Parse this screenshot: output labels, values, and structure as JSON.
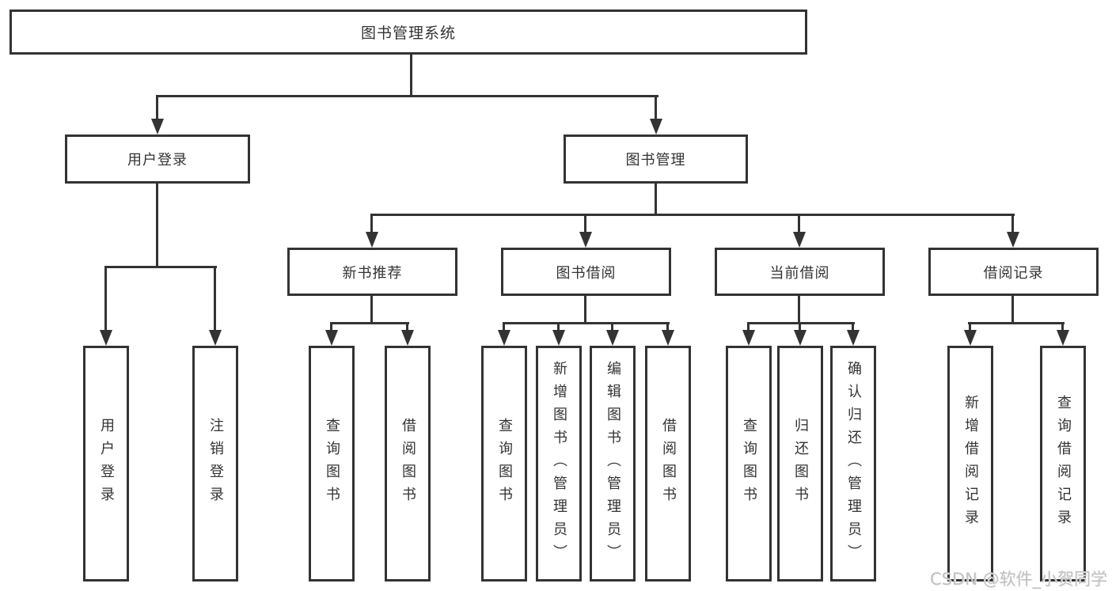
{
  "diagram": {
    "root": "图书管理系统",
    "branches": [
      {
        "label": "用户登录",
        "children": [
          {
            "label": "用户登录"
          },
          {
            "label": "注销登录"
          }
        ]
      },
      {
        "label": "图书管理",
        "children": [
          {
            "label": "新书推荐",
            "children": [
              {
                "label": "查询图书"
              },
              {
                "label": "借阅图书"
              }
            ]
          },
          {
            "label": "图书借阅",
            "children": [
              {
                "label": "查询图书"
              },
              {
                "label": "新增图书（管理员）"
              },
              {
                "label": "编辑图书（管理员）"
              },
              {
                "label": "借阅图书"
              }
            ]
          },
          {
            "label": "当前借阅",
            "children": [
              {
                "label": "查询图书"
              },
              {
                "label": "归还图书"
              },
              {
                "label": "确认归还（管理员）"
              }
            ]
          },
          {
            "label": "借阅记录",
            "children": [
              {
                "label": "新增借阅记录"
              },
              {
                "label": "查询借阅记录"
              }
            ]
          }
        ]
      }
    ]
  },
  "watermark": {
    "text": "CSDN @软件_小贺同学"
  },
  "colors": {
    "line": "#333333",
    "text": "#333333",
    "background": "#ffffff",
    "watermark": "#c0c0c0"
  }
}
